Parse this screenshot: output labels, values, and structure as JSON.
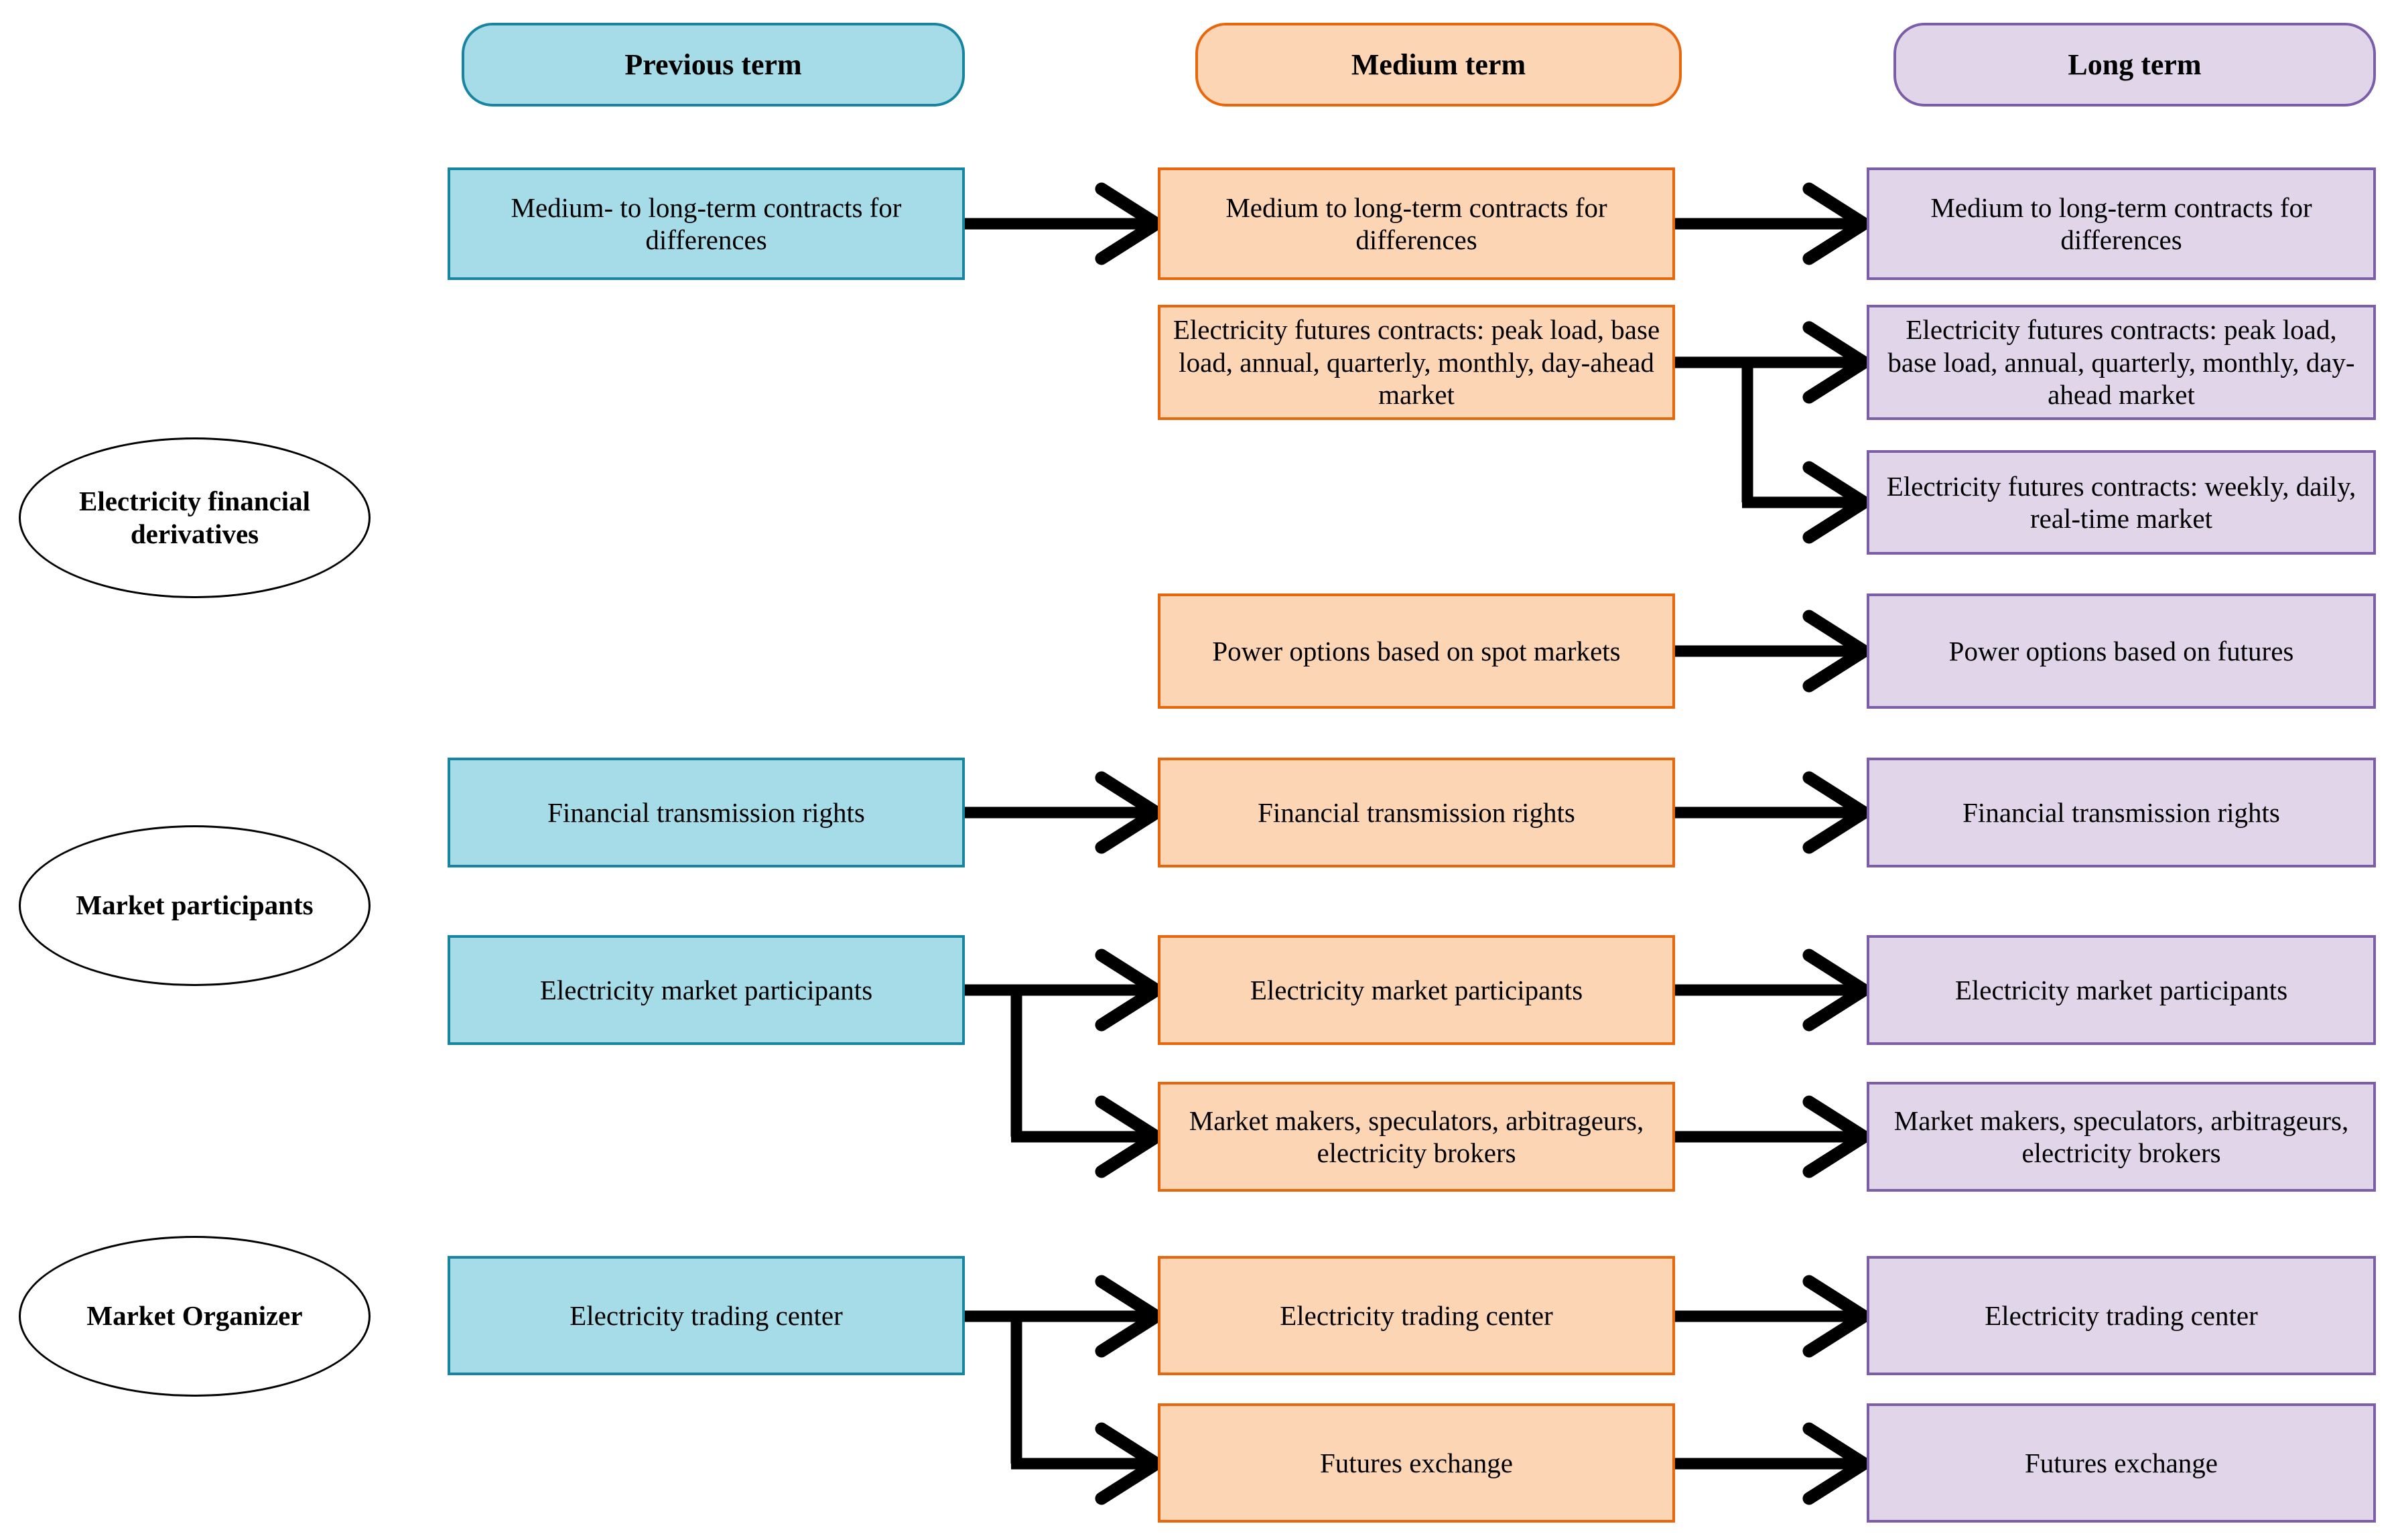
{
  "colors": {
    "previous_fill": "#A6DCE8",
    "previous_border": "#1785A0",
    "medium_fill": "#FCD5B5",
    "medium_border": "#E8670C",
    "long_fill": "#E0D5E9",
    "long_border": "#7B5EA7",
    "arrow": "#000000",
    "background": "#FFFFFF"
  },
  "headers": [
    {
      "label": "Previous term"
    },
    {
      "label": "Medium term"
    },
    {
      "label": "Long term"
    }
  ],
  "categories": [
    {
      "label": "Electricity financial derivatives"
    },
    {
      "label": "Market participants"
    },
    {
      "label": "Market Organizer"
    }
  ],
  "previous_term": [
    {
      "label": "Medium- to long-term contracts for differences"
    },
    {
      "label": "Financial transmission rights"
    },
    {
      "label": "Electricity market participants"
    },
    {
      "label": "Electricity trading center"
    }
  ],
  "medium_term": [
    {
      "label": "Medium to long-term contracts for differences"
    },
    {
      "label": "Electricity futures contracts: peak load, base load, annual, quarterly, monthly, day-ahead market"
    },
    {
      "label": "Power options based on spot markets"
    },
    {
      "label": "Financial transmission rights"
    },
    {
      "label": "Electricity market participants"
    },
    {
      "label": "Market makers, speculators, arbitrageurs, electricity brokers"
    },
    {
      "label": "Electricity trading center"
    },
    {
      "label": "Futures exchange"
    }
  ],
  "long_term": [
    {
      "label": "Medium to long-term contracts for differences"
    },
    {
      "label": "Electricity futures contracts: peak load, base load, annual, quarterly, monthly, day-ahead market"
    },
    {
      "label": "Electricity futures contracts: weekly, daily, real-time market"
    },
    {
      "label": "Power options based on futures"
    },
    {
      "label": "Financial transmission rights"
    },
    {
      "label": "Electricity market participants"
    },
    {
      "label": "Market makers, speculators, arbitrageurs, electricity brokers"
    },
    {
      "label": "Electricity trading center"
    },
    {
      "label": "Futures exchange"
    }
  ]
}
